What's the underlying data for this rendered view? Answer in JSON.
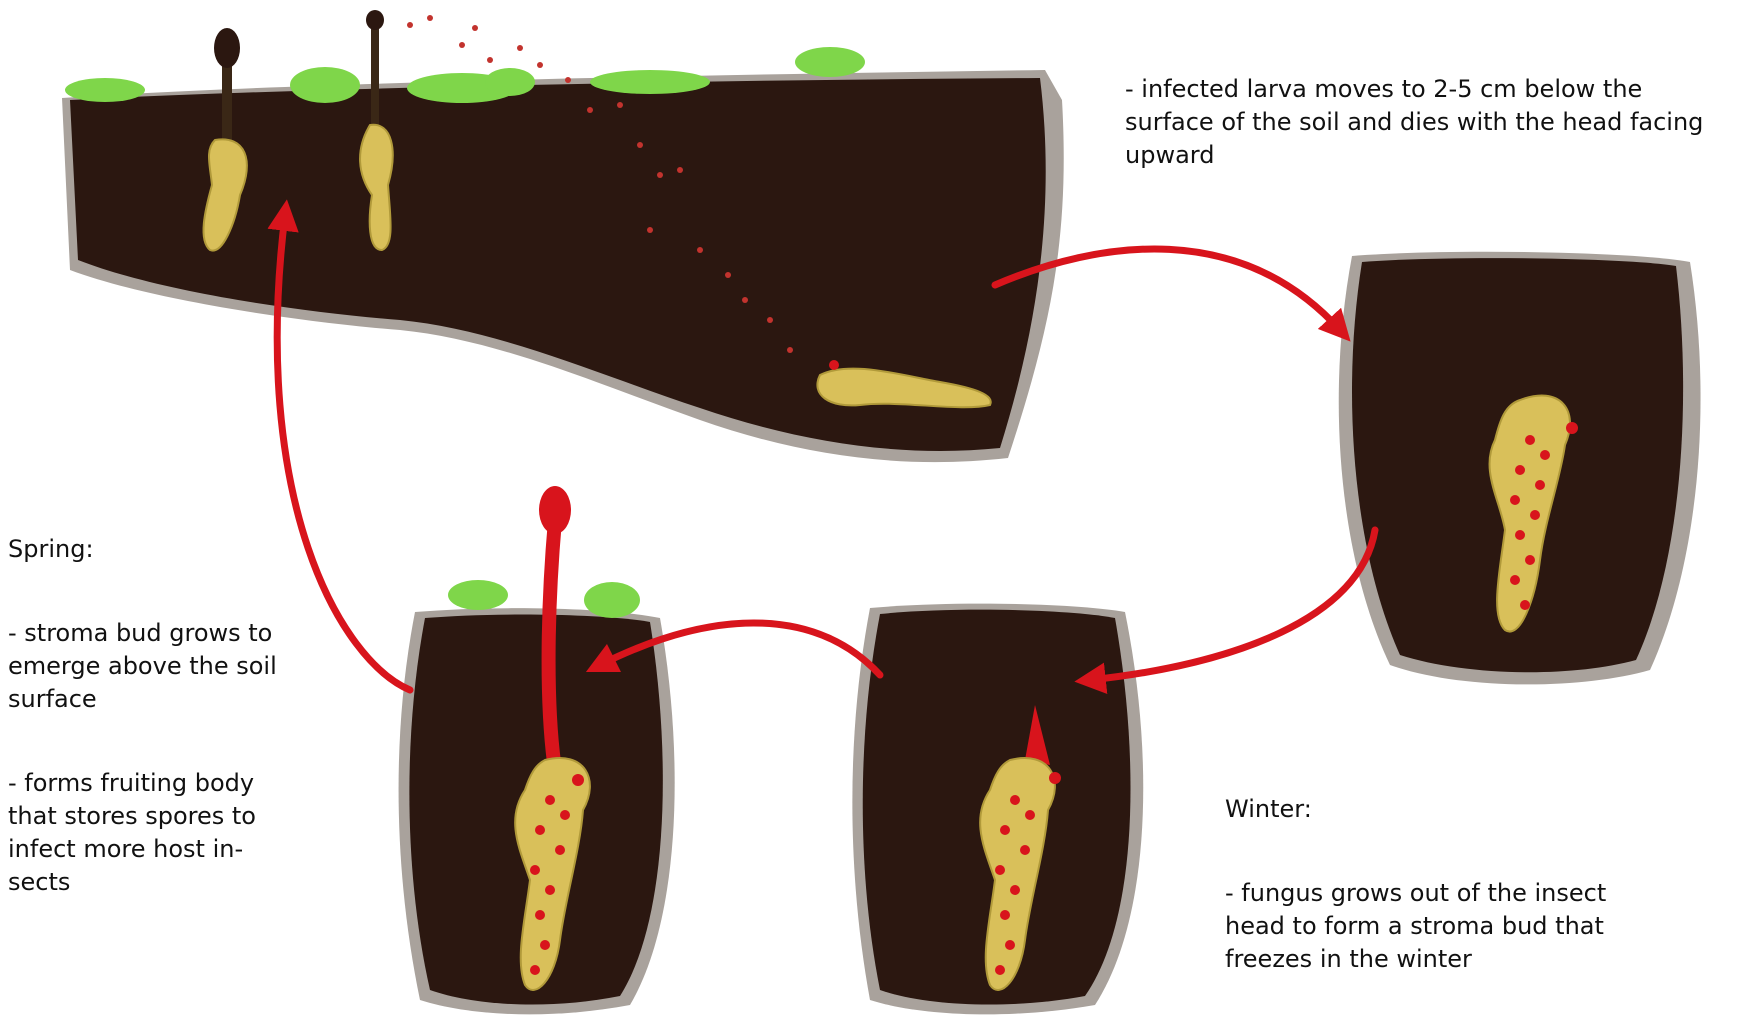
{
  "captions": {
    "top": {
      "lines": [
        "- infected larva moves to 2-5 cm below the surface of the soil and dies with the head facing upward"
      ]
    },
    "spring": {
      "title": "Spring:",
      "lines": [
        "- stroma bud grows to emerge above the soil surface",
        "- forms fruiting body that stores spores to infect more host in-sects"
      ]
    },
    "winter": {
      "title": "Winter:",
      "lines": [
        "- fungus grows out of the insect head to form a stroma bud that freezes in the winter"
      ]
    }
  },
  "colors": {
    "soil": "#2b1710",
    "soil_rim": "#a9a29c",
    "grass": "#7fd64a",
    "larva": "#d9c05a",
    "larva_outline": "#b19a3a",
    "fungus_red": "#d8141c",
    "stalk": "#3a2716"
  }
}
